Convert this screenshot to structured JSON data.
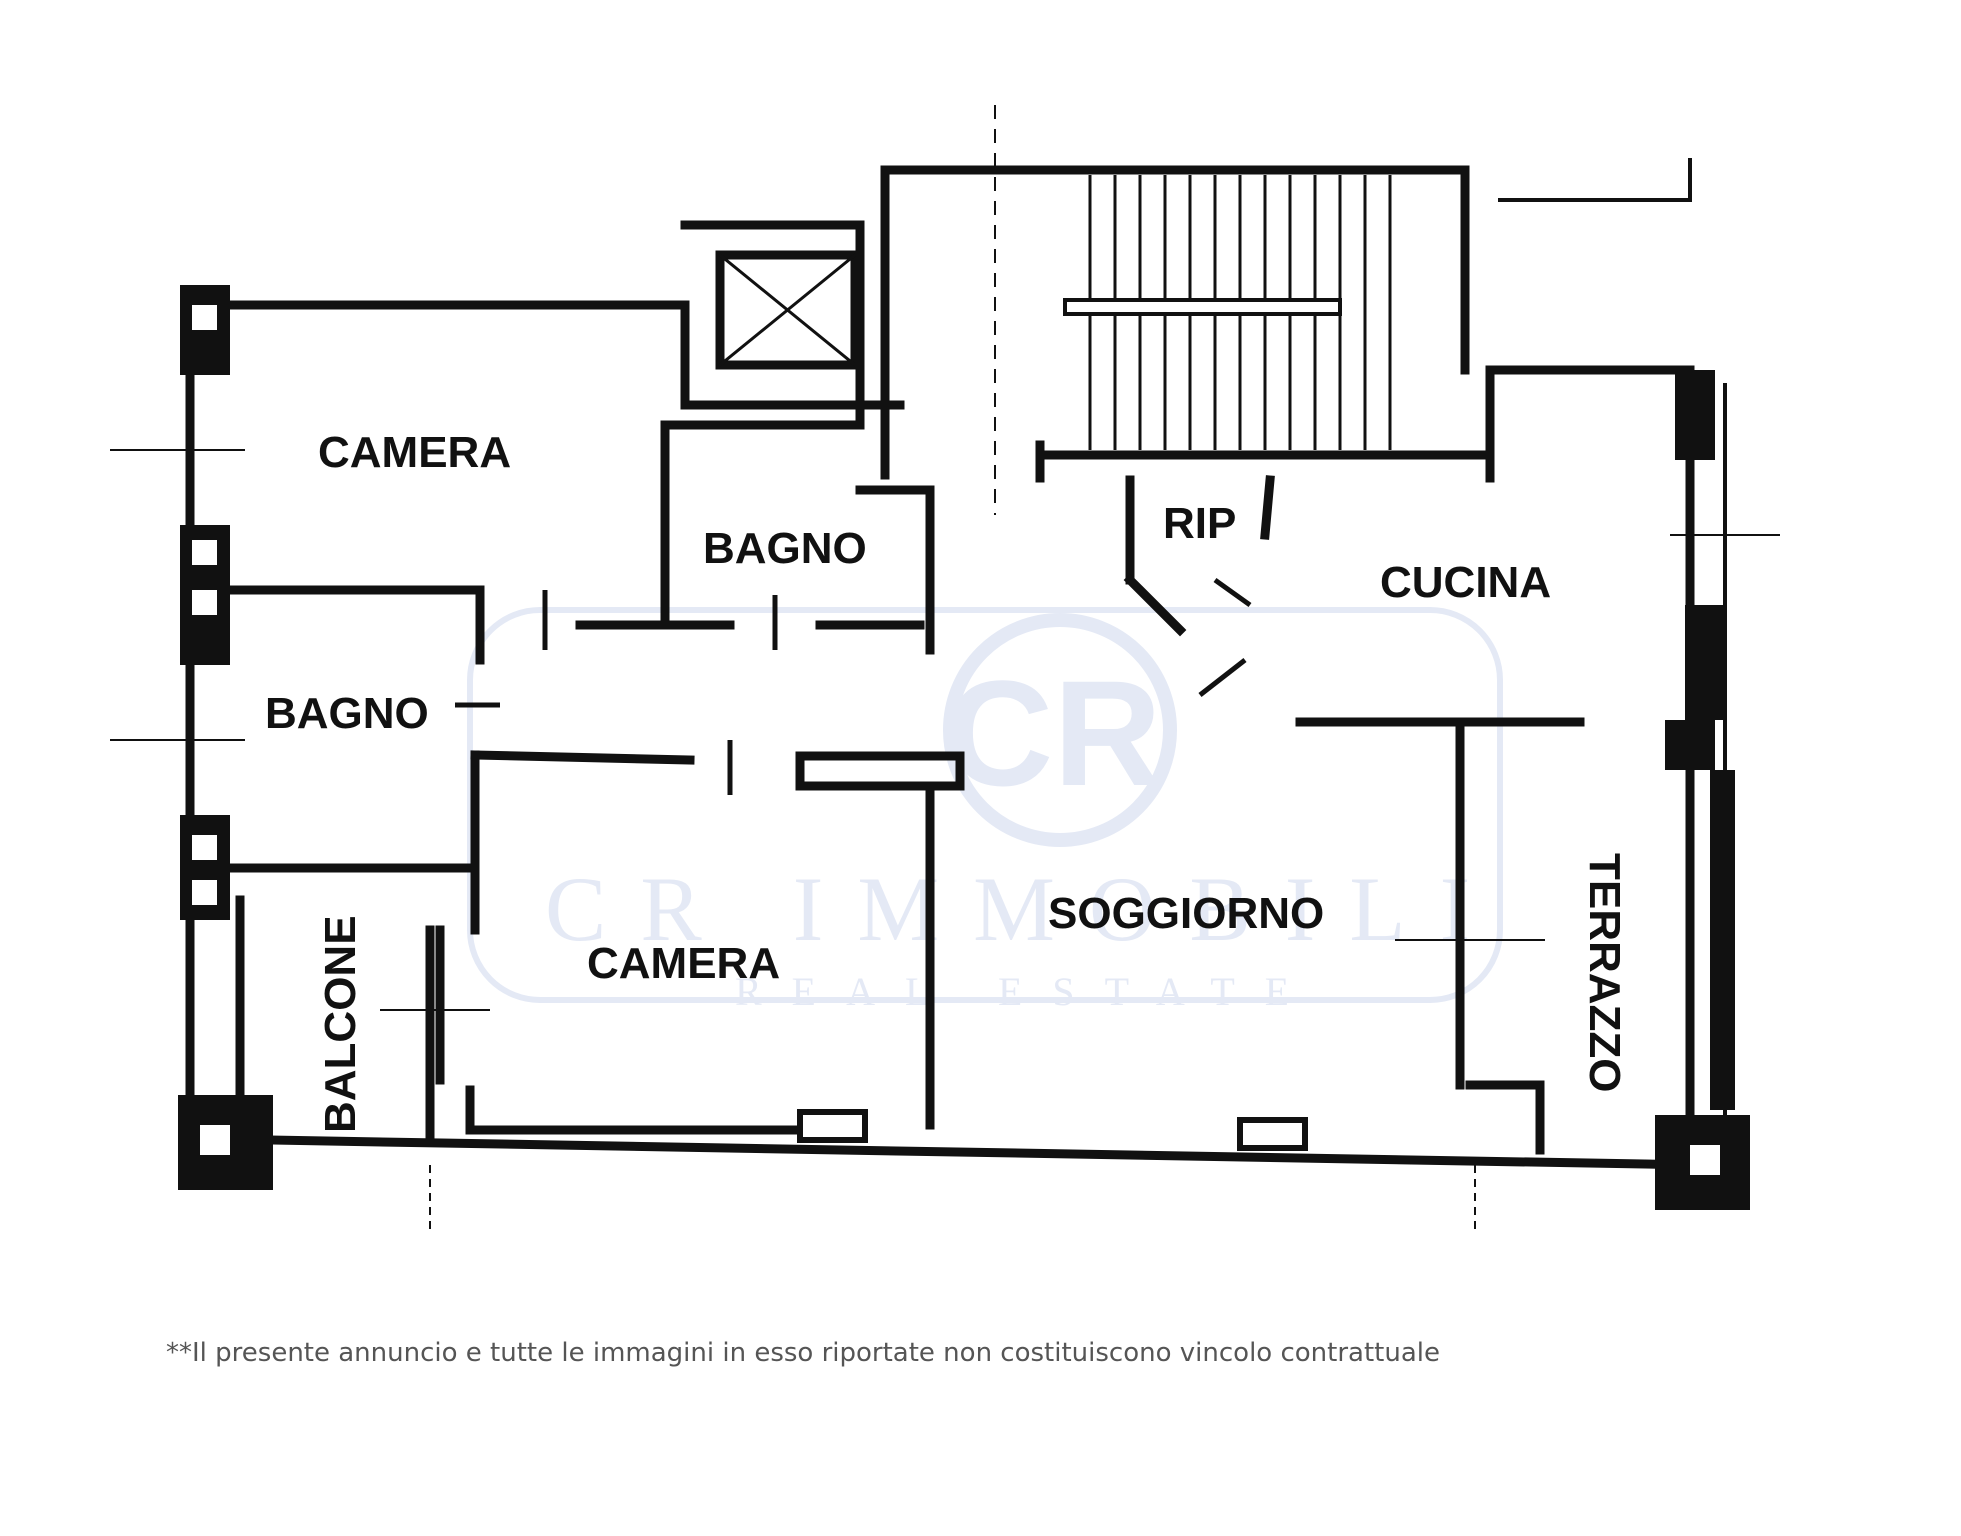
{
  "rooms": {
    "camera_top": "CAMERA",
    "bagno_center": "BAGNO",
    "rip": "RIP",
    "cucina": "CUCINA",
    "bagno_left": "BAGNO",
    "soggiorno": "SOGGIORNO",
    "camera_bottom": "CAMERA",
    "balcone": "BALCONE",
    "terrazzo": "TERRAZZO"
  },
  "watermark": {
    "logo": "CR",
    "name": "CR IMMOBILI",
    "tagline": "REAL ESTATE"
  },
  "disclaimer": "**Il presente annuncio e tutte le immagini in esso riportate non costituiscono vincolo contrattuale",
  "colors": {
    "wall": "#111111",
    "watermark": "#e4e9f5",
    "background": "#ffffff"
  }
}
